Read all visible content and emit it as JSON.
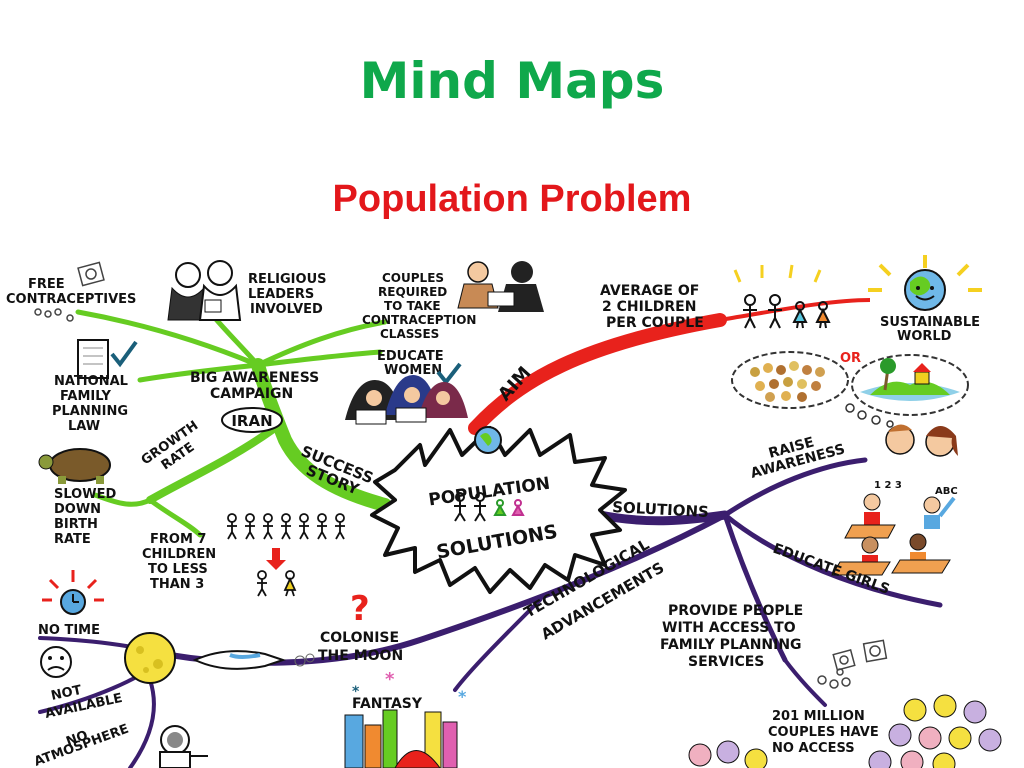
{
  "slide": {
    "title": "Mind Maps",
    "subtitle": "Population Problem",
    "title_color": "#0fa84b",
    "subtitle_color": "#e3171b"
  },
  "mindmap": {
    "center": [
      "POPULATION",
      "SOLUTIONS"
    ],
    "colors": {
      "green": "#66cc22",
      "red": "#e8221c",
      "purple": "#3b1e6e",
      "ink": "#111111"
    },
    "branches": {
      "aim": "AIM",
      "success_story": [
        "SUCCESS",
        "STORY"
      ],
      "solutions": "SOLUTIONS",
      "technological": [
        "TECHNOLOGICAL",
        "ADVANCEMENTS"
      ]
    },
    "nodes": {
      "free_contraceptives": [
        "FREE",
        "CONTRACEPTIVES"
      ],
      "religious_leaders": [
        "RELIGIOUS",
        "LEADERS",
        "INVOLVED"
      ],
      "couples_required": [
        "COUPLES",
        "REQUIRED",
        "TO TAKE",
        "CONTRACEPTION",
        "CLASSES"
      ],
      "educate_women": [
        "EDUCATE",
        "WOMEN"
      ],
      "national_family": [
        "NATIONAL",
        "FAMILY",
        "PLANNING",
        "LAW"
      ],
      "big_awareness": [
        "BIG AWARENESS",
        "CAMPAIGN"
      ],
      "iran": "IRAN",
      "growth_rate": [
        "GROWTH",
        "RATE"
      ],
      "slowed_down": [
        "SLOWED",
        "DOWN",
        "BIRTH",
        "RATE"
      ],
      "from_7": [
        "FROM 7",
        "CHILDREN",
        "TO LESS",
        "THAN 3"
      ],
      "average": [
        "AVERAGE OF",
        "2 CHILDREN",
        "PER COUPLE"
      ],
      "sustainable": [
        "SUSTAINABLE",
        "WORLD"
      ],
      "or": "OR",
      "raise_awareness": [
        "RAISE",
        "AWARENESS"
      ],
      "educate_girls": "EDUCATE GIRLS",
      "counting": "1 2 3",
      "abc": "ABC",
      "provide_people": [
        "PROVIDE PEOPLE",
        "WITH ACCESS TO",
        "FAMILY PLANNING",
        "SERVICES"
      ],
      "million_couples": [
        "201 MILLION",
        "COUPLES HAVE",
        "NO ACCESS"
      ],
      "colonise": [
        "COLONISE",
        "THE MOON"
      ],
      "fantasy": "FANTASY",
      "no_time": "NO TIME",
      "not_available": [
        "NOT",
        "AVAILABLE"
      ],
      "no_atmosphere": [
        "NO",
        "ATMOSPHERE"
      ]
    },
    "icons": [
      "clergy-icon",
      "couple-reading-icon",
      "women-reading-icon",
      "document-icon",
      "check-icon",
      "tortoise-icon",
      "stick-family-icon",
      "down-arrow-icon",
      "globe-icon",
      "crowd-icon",
      "island-icon",
      "thinking-face-icon",
      "children-desk-icon",
      "contraceptive-packs-icon",
      "faces-crowd-icon",
      "clock-icon",
      "moon-icon",
      "rocket-icon",
      "question-mark-icon",
      "city-icon",
      "astronaut-icon",
      "sad-face-icon"
    ]
  }
}
